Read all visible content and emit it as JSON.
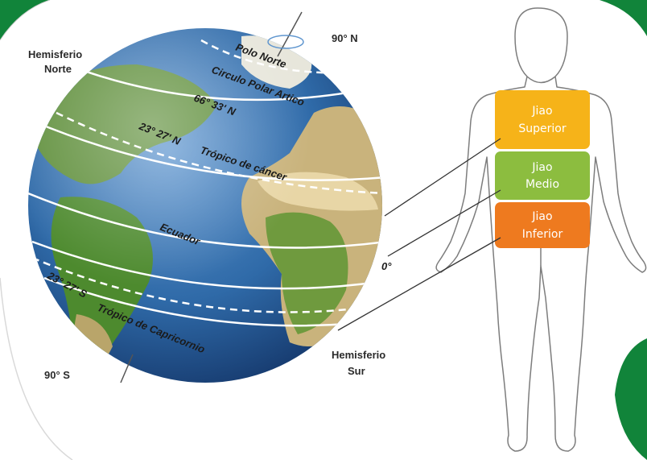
{
  "globe": {
    "north_pole": "90° N",
    "south_pole": "90° S",
    "north_hemisphere_line1": "Hemisferio",
    "north_hemisphere_line2": "Norte",
    "south_hemisphere_line1": "Hemisferio",
    "south_hemisphere_line2": "Sur",
    "polo_norte": "Polo Norte",
    "circulo_polar": "Circulo Polar Artico",
    "lat_66": "66° 33' N",
    "lat_23n": "23° 27' N",
    "tropico_cancer": "Trópico de cáncer",
    "ecuador": "Ecuador",
    "zero": "0°",
    "lat_23s": "23° 27' S",
    "tropico_capricornio": "Trópico de Capricornio"
  },
  "body": {
    "superior_line1": "Jiao",
    "superior_line2": "Superior",
    "medio_line1": "Jiao",
    "medio_line2": "Medio",
    "inferior_line1": "Jiao",
    "inferior_line2": "Inferior"
  },
  "colors": {
    "green_accent": "#11843a",
    "ocean": "#2f6aa8",
    "superior": "#f6b319",
    "medio": "#8cbd3f",
    "inferior": "#ee7a1f"
  }
}
